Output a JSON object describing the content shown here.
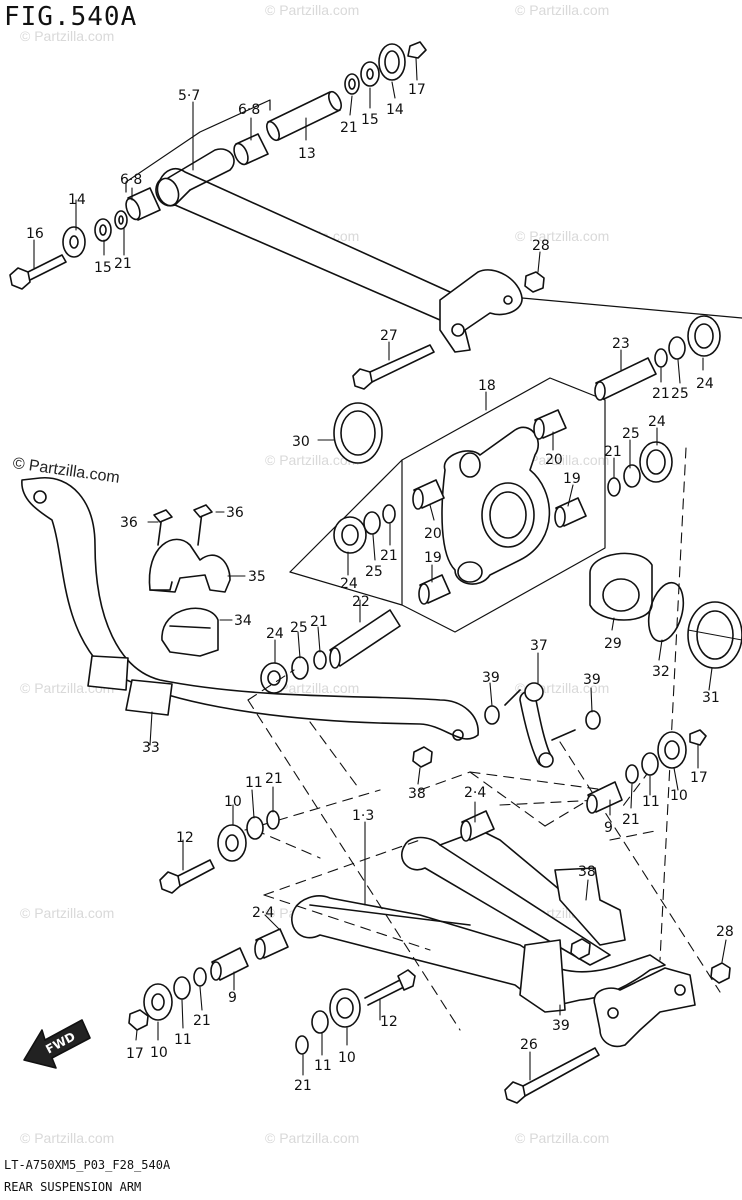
{
  "figure": {
    "title": "FIG.540A",
    "code": "LT-A750XM5_P03_F28_540A",
    "name": "REAR SUSPENSION ARM",
    "brand": "© Partzilla.com",
    "watermark": "© Partzilla.com",
    "direction": "FWD"
  },
  "callouts": [
    "5·7",
    "6·8",
    "6·8",
    "14",
    "16",
    "15",
    "21",
    "13",
    "21",
    "15",
    "14",
    "17",
    "28",
    "27",
    "23",
    "21",
    "25",
    "24",
    "30",
    "18",
    "20",
    "21",
    "25",
    "24",
    "19",
    "20",
    "24",
    "25",
    "21",
    "19",
    "22",
    "36",
    "36",
    "35",
    "34",
    "24",
    "25",
    "21",
    "29",
    "32",
    "31",
    "37",
    "39",
    "39",
    "33",
    "38",
    "12",
    "10",
    "11",
    "21",
    "1·3",
    "2·4",
    "10",
    "11",
    "17",
    "9",
    "21",
    "38",
    "2·4",
    "9",
    "21",
    "11",
    "10",
    "17",
    "12",
    "39",
    "26",
    "10",
    "11",
    "21",
    "28"
  ]
}
